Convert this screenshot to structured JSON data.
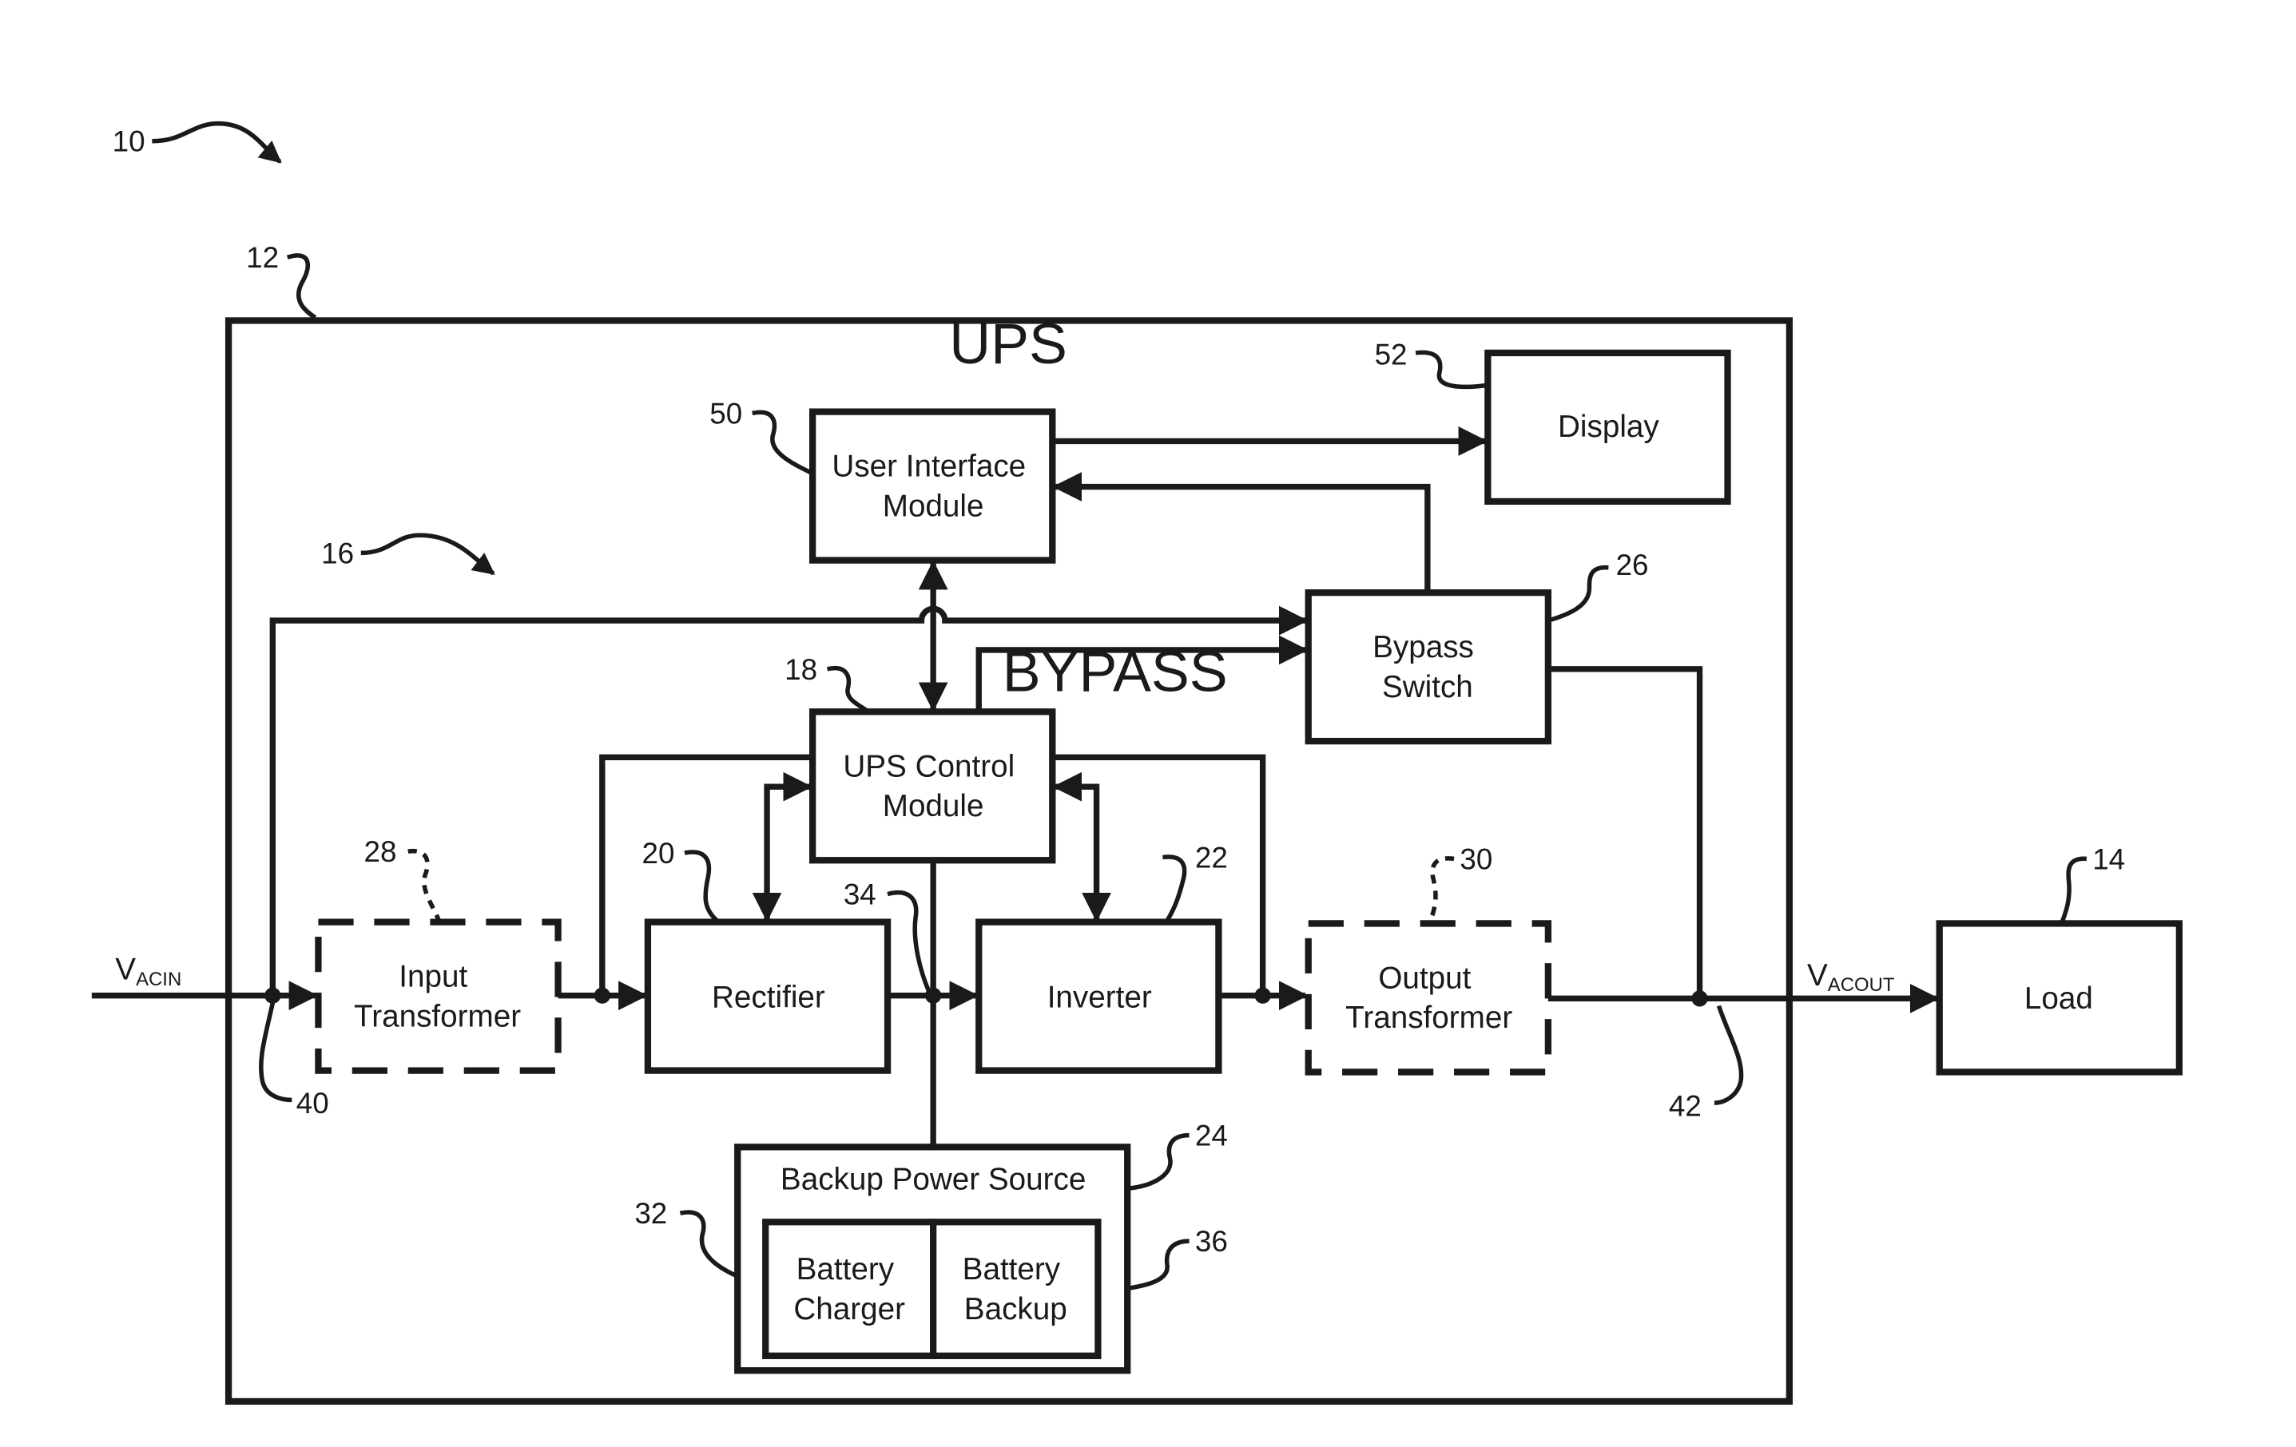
{
  "diagram": {
    "ups_title": "UPS",
    "bypass_label": "BYPASS",
    "v_in": {
      "main": "V",
      "sub": "ACIN"
    },
    "v_out": {
      "main": "V",
      "sub": "ACOUT"
    },
    "blocks": {
      "user_interface": {
        "ref": "50",
        "lines": [
          "User Interface",
          "Module"
        ]
      },
      "display": {
        "ref": "52",
        "lines": [
          "Display"
        ]
      },
      "bypass_switch": {
        "ref": "26",
        "lines": [
          "Bypass",
          "Switch"
        ]
      },
      "ups_control": {
        "ref": "18",
        "lines": [
          "UPS Control",
          "Module"
        ]
      },
      "input_transformer": {
        "ref": "28",
        "lines": [
          "Input",
          "Transformer"
        ]
      },
      "rectifier": {
        "ref": "20",
        "lines": [
          "Rectifier"
        ]
      },
      "inverter": {
        "ref": "22",
        "lines": [
          "Inverter"
        ]
      },
      "output_transformer": {
        "ref": "30",
        "lines": [
          "Output",
          "Transformer"
        ]
      },
      "load": {
        "ref": "14",
        "lines": [
          "Load"
        ]
      },
      "backup_power_source": {
        "ref": "24",
        "lines": [
          "Backup Power Source"
        ]
      },
      "battery_charger": {
        "ref": "32",
        "lines": [
          "Battery",
          "Charger"
        ]
      },
      "battery_backup": {
        "ref": "36",
        "lines": [
          "Battery",
          "Backup"
        ]
      }
    },
    "refs": {
      "system": "10",
      "ups_enclosure": "12",
      "power_path": "16",
      "dc_bus": "34",
      "input_node": "40",
      "output_node": "42"
    }
  }
}
